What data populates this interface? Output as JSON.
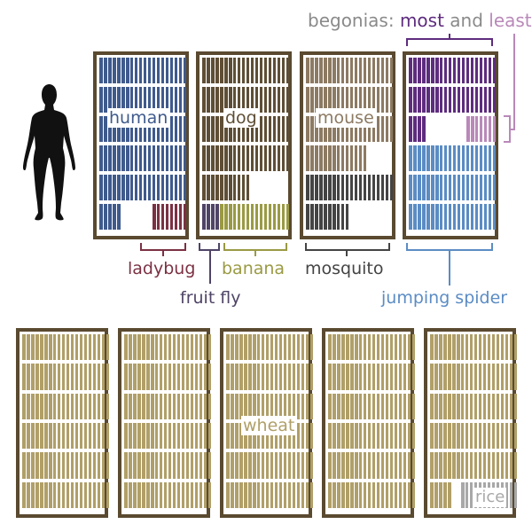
{
  "title_line": {
    "prefix": "begonias: ",
    "most": "most",
    "middle": " and ",
    "least": "least"
  },
  "colors": {
    "frame": "#5a4a30",
    "human": "#3f5a8c",
    "ladybug": "#7b3143",
    "dog": "#5e4e35",
    "fruit_fly": "#4f4466",
    "banana": "#9a9a44",
    "mouse": "#8c7a62",
    "mosquito": "#444444",
    "begonia_most": "#5e2c7e",
    "begonia_least": "#b989b9",
    "jumping_spider": "#5b8cc4",
    "wheat": "#b09f68",
    "rice": "#a8a8a8",
    "title_gray": "#8a8a8a"
  },
  "figure": {
    "name": "silhouette of a human figure"
  },
  "top_frames": [
    {
      "id": "human",
      "label": "human",
      "label_color": "#3f5a8c",
      "rows": [
        [
          {
            "color": "human",
            "n": 20
          }
        ],
        [
          {
            "color": "human",
            "n": 20
          }
        ],
        [
          {
            "color": "human",
            "n": 20
          }
        ],
        [
          {
            "color": "human",
            "n": 20
          }
        ],
        [
          {
            "color": "human",
            "n": 20
          }
        ],
        [
          {
            "color": "human",
            "n": 5
          },
          {
            "gap": 7
          },
          {
            "color": "ladybug",
            "n": 8
          }
        ]
      ]
    },
    {
      "id": "dog",
      "label": "dog",
      "label_color": "#5e4e35",
      "rows": [
        [
          {
            "color": "dog",
            "n": 20
          }
        ],
        [
          {
            "color": "dog",
            "n": 20
          }
        ],
        [
          {
            "color": "dog",
            "n": 20
          }
        ],
        [
          {
            "color": "dog",
            "n": 20
          }
        ],
        [
          {
            "color": "dog",
            "n": 11
          }
        ],
        [
          {
            "color": "fruit_fly",
            "n": 4
          },
          {
            "color": "banana",
            "n": 16
          }
        ]
      ]
    },
    {
      "id": "mouse",
      "label": "mouse",
      "label_color": "#8c7a62",
      "rows": [
        [
          {
            "color": "mouse",
            "n": 20
          }
        ],
        [
          {
            "color": "mouse",
            "n": 20
          }
        ],
        [
          {
            "color": "mouse",
            "n": 20
          }
        ],
        [
          {
            "color": "mouse",
            "n": 14
          }
        ],
        [
          {
            "color": "mosquito",
            "n": 20
          }
        ],
        [
          {
            "color": "mosquito",
            "n": 10
          }
        ]
      ]
    },
    {
      "id": "begonias",
      "label": "",
      "label_color": "",
      "rows": [
        [
          {
            "color": "begonia_most",
            "n": 20
          }
        ],
        [
          {
            "color": "begonia_most",
            "n": 20
          }
        ],
        [
          {
            "color": "begonia_most",
            "n": 4
          },
          {
            "gap": 9
          },
          {
            "color": "begonia_least",
            "n": 7
          }
        ],
        [
          {
            "color": "jumping_spider",
            "n": 20
          }
        ],
        [
          {
            "color": "jumping_spider",
            "n": 20
          }
        ],
        [
          {
            "color": "jumping_spider",
            "n": 20
          }
        ]
      ]
    }
  ],
  "bottom_frames": [
    {
      "id": "wheat-1",
      "rows_full": 6,
      "label": ""
    },
    {
      "id": "wheat-2",
      "rows_full": 6,
      "label": ""
    },
    {
      "id": "wheat-3",
      "rows_full": 6,
      "label": "wheat"
    },
    {
      "id": "wheat-4",
      "rows_full": 6,
      "label": ""
    },
    {
      "id": "wheat-5",
      "rows_full": 5,
      "last_row": [
        {
          "color": "wheat",
          "n": 5
        },
        {
          "gap": 2
        },
        {
          "color": "rice",
          "n": 13
        }
      ],
      "label": "rice"
    }
  ],
  "annotations": {
    "ladybug": "ladybug",
    "fruit_fly": "fruit fly",
    "banana": "banana",
    "mosquito": "mosquito",
    "jumping_spider": "jumping spider"
  }
}
